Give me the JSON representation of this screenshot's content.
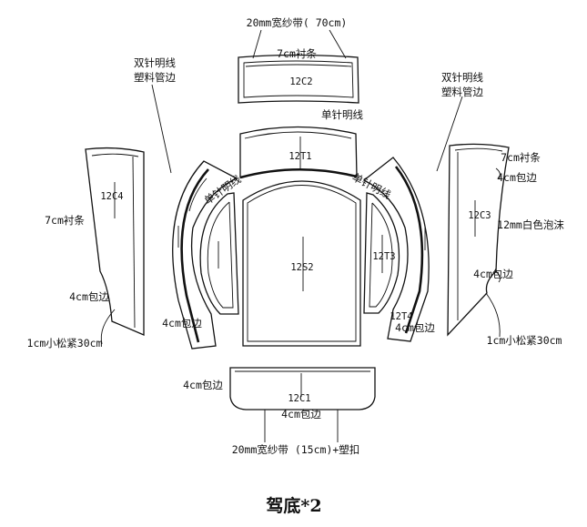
{
  "pieces": {
    "c2": "12C2",
    "t1": "12T1",
    "c4": "12C4",
    "c3": "12C3",
    "s2": "12S2",
    "t3": "12T3",
    "t4": "12T4",
    "c1": "12C1"
  },
  "labels": {
    "top_tape": "20mm宽纱带( 70cm)",
    "lining_7cm_top": "7cm衬条",
    "double_stitch_left_1": "双针明线",
    "double_stitch_left_2": "塑料管边",
    "double_stitch_right_1": "双针明线",
    "double_stitch_right_2": "塑料管边",
    "single_stitch_top": "单针明线",
    "single_stitch_left": "单针明线",
    "single_stitch_right": "单针明线",
    "lining_7cm_left": "7cm衬条",
    "lining_7cm_right": "7cm衬条",
    "binding_4cm_left": "4cm包边",
    "binding_4cm_left_lower": "4cm包边",
    "elastic_left": "1cm小松紧30cm",
    "binding_4cm_right_top": "4cm包边",
    "foam_12mm": "12mm白色泡沫",
    "binding_4cm_right_mid": "4cm包边",
    "binding_4cm_t4": "4cm包边",
    "elastic_right": "1cm小松紧30cm",
    "binding_4cm_c1_left": "4cm包边",
    "binding_4cm_c1_bottom": "4cm包边",
    "bottom_tape": "20mm宽纱带 (15cm)+塑扣"
  },
  "caption": "驾底*2"
}
